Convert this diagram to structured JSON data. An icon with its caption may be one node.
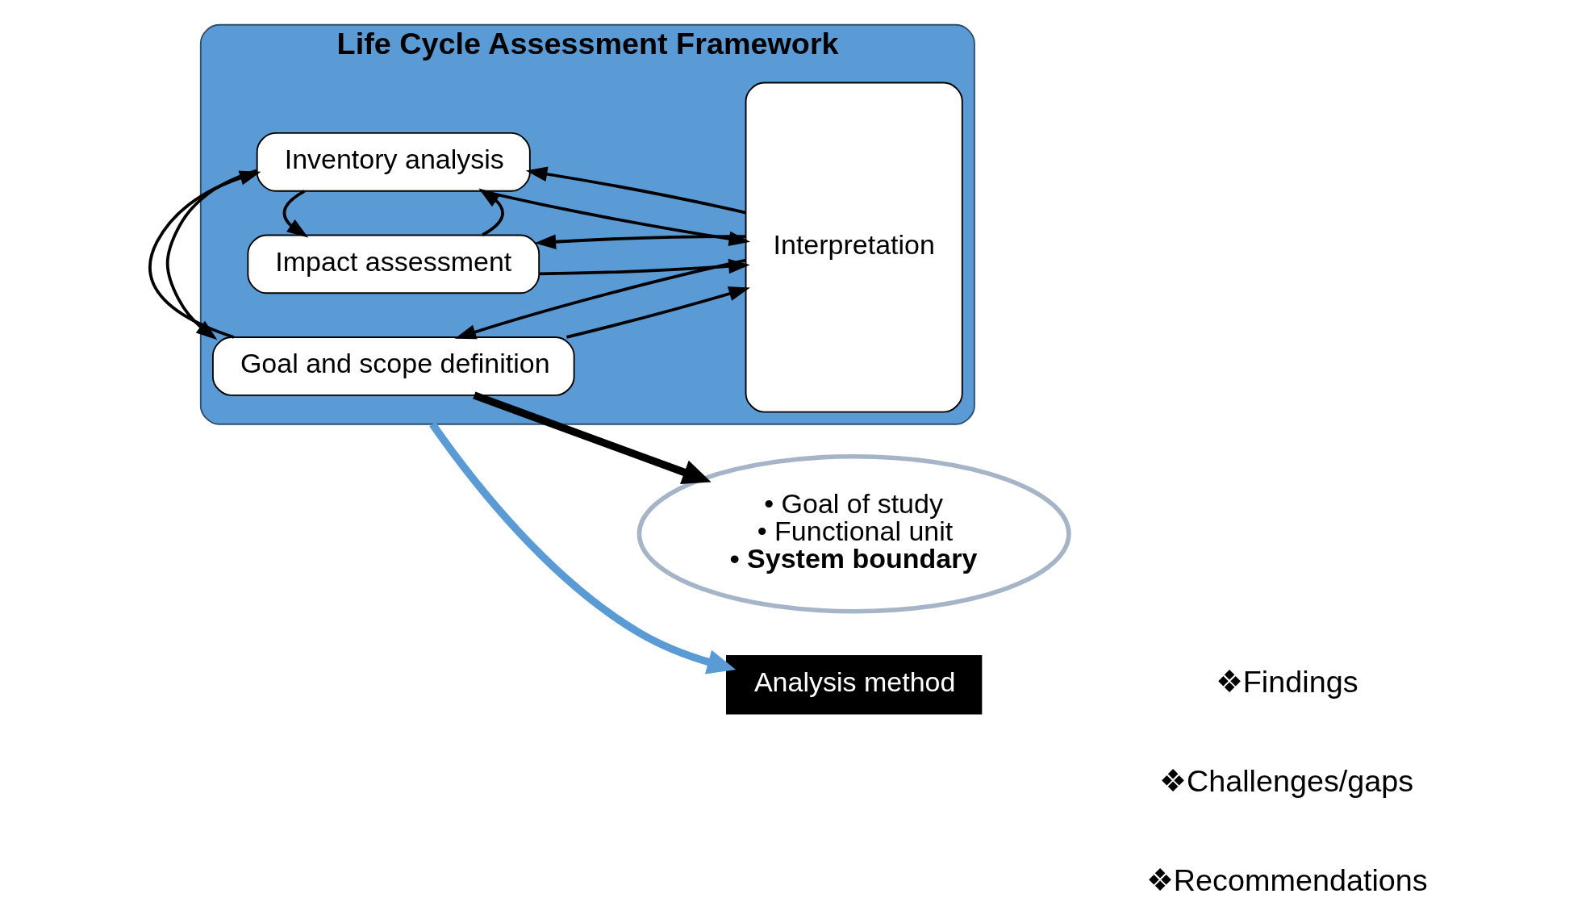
{
  "diagram": {
    "nodes": [
      {
        "text": [
          "Life Cycle Assessment Framework"
        ]
      },
      {
        "text": [
          "Goal and scope definition"
        ],
        "in": 0
      },
      {
        "text": [
          "Inventory analysis"
        ],
        "in": 0
      },
      {
        "text": [
          "Impact assessment"
        ],
        "in": 0
      },
      {
        "text": [
          "Interpretation"
        ],
        "in": 0
      },
      {
        "text": [
          "Analysis method"
        ]
      },
      {
        "text": [
          "• Goal of study",
          "• Functional unit",
          "• System boundary"
        ]
      }
    ],
    "edges": [
      {
        "from": 1,
        "to": 4,
        "arrow": "to"
      },
      {
        "from": 4,
        "to": 1,
        "arrow": "to"
      },
      {
        "from": 2,
        "to": 4,
        "arrow": "to"
      },
      {
        "from": 4,
        "to": 2,
        "arrow": "to"
      },
      {
        "from": 3,
        "to": 4,
        "arrow": "to"
      },
      {
        "from": 4,
        "to": 3,
        "arrow": "to"
      },
      {
        "from": 2,
        "to": 1,
        "arrow": "to"
      },
      {
        "from": 1,
        "to": 2,
        "arrow": "to"
      },
      {
        "from": 3,
        "to": 2,
        "arrow": "to"
      },
      {
        "from": 2,
        "to": 3,
        "arrow": "to"
      },
      {
        "from": 1,
        "to": 6,
        "arrow": "to",
        "style": "thick"
      },
      {
        "from": 0,
        "to": 5,
        "arrow": "to",
        "style": "thick",
        "color": "#5b9bd5"
      }
    ],
    "labels": [
      "❖Findings",
      "❖Challenges/gaps",
      "❖Recommendations"
    ]
  }
}
